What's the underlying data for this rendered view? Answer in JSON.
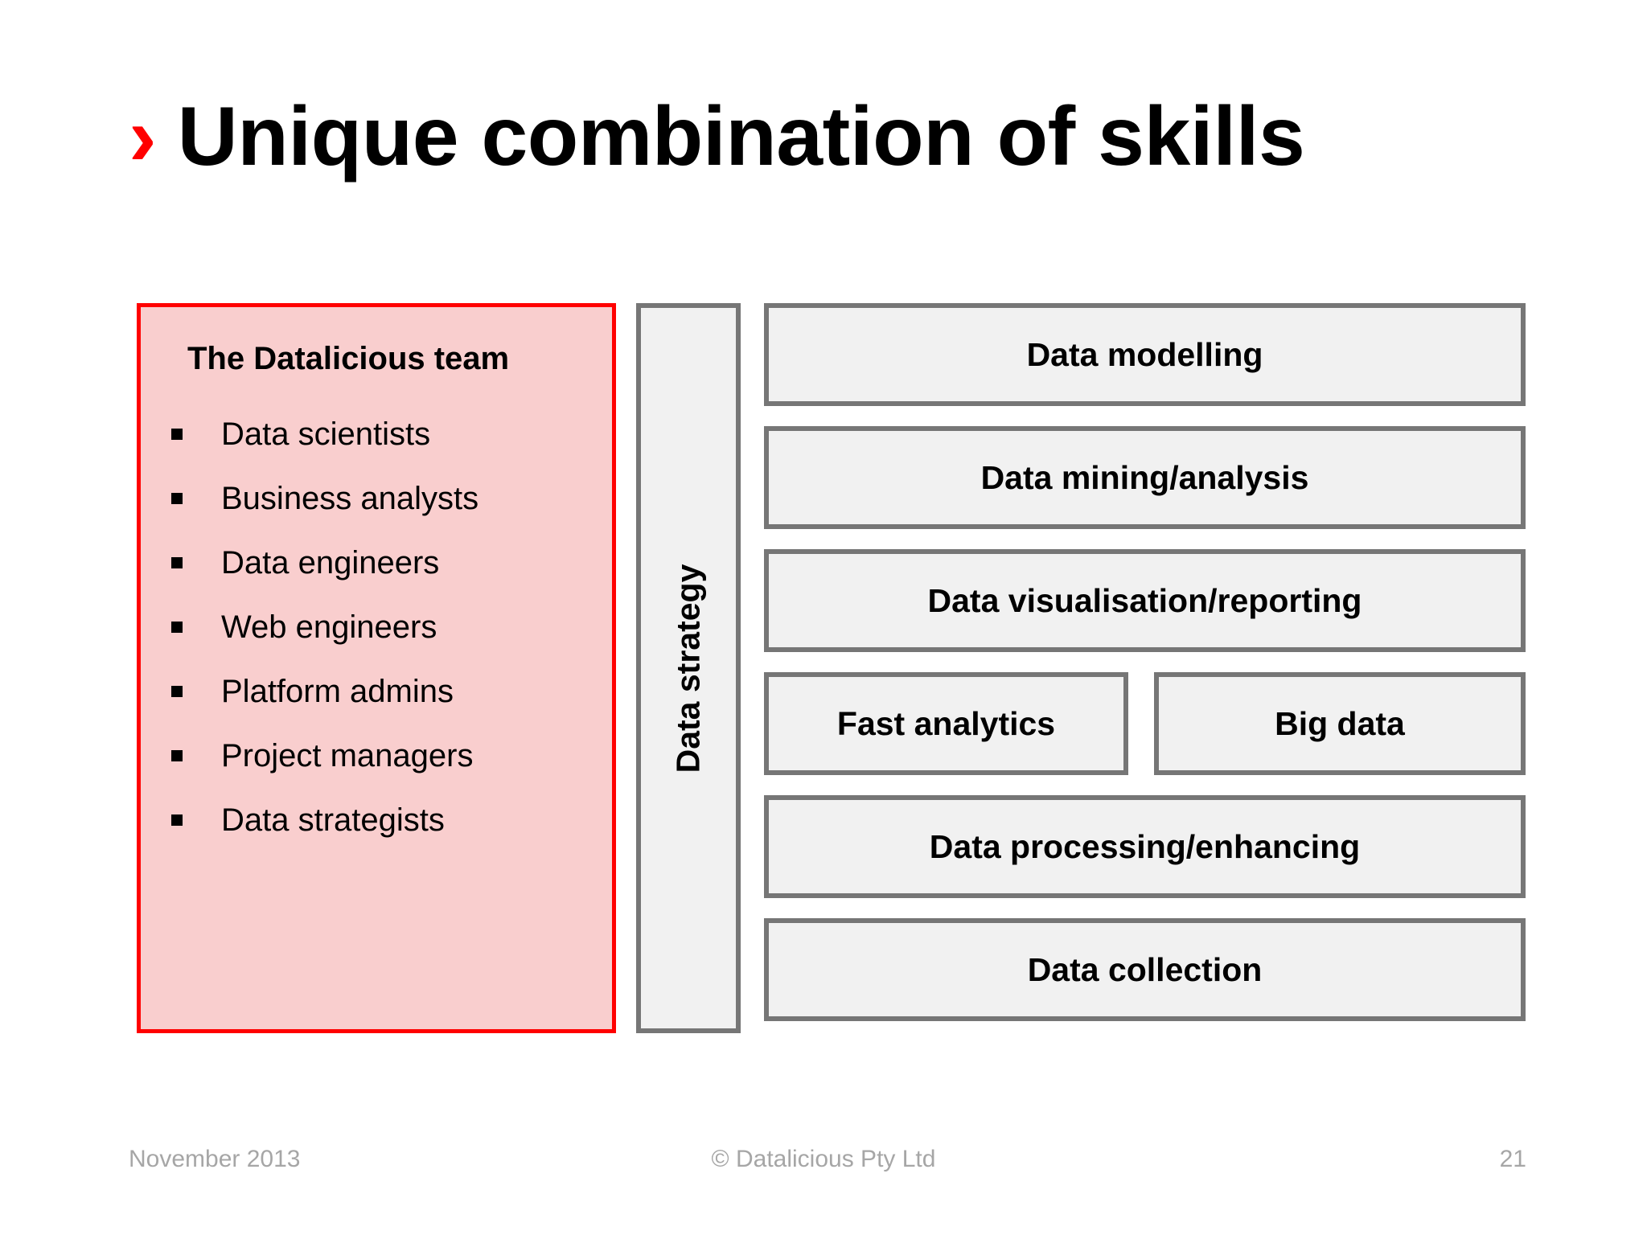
{
  "slide": {
    "title_marker": "›",
    "title": "Unique combination of skills",
    "marker_color": "#FF0000"
  },
  "team_panel": {
    "heading": "The Datalicious team",
    "fill_color": "#F9CECE",
    "border_color": "#FF0000",
    "items": [
      {
        "label": "Data scientists"
      },
      {
        "label": "Business analysts"
      },
      {
        "label": "Data engineers"
      },
      {
        "label": "Web engineers"
      },
      {
        "label": "Platform admins"
      },
      {
        "label": "Project managers"
      },
      {
        "label": "Data strategists"
      }
    ]
  },
  "strategy_column": {
    "label": "Data strategy",
    "fill_color": "#F1F1F1",
    "border_color": "#767676"
  },
  "process_stack": {
    "fill_color": "#F1F1F1",
    "border_color": "#767676",
    "rows": [
      {
        "boxes": [
          {
            "label": "Data modelling"
          }
        ]
      },
      {
        "boxes": [
          {
            "label": "Data mining/analysis"
          }
        ]
      },
      {
        "boxes": [
          {
            "label": "Data visualisation/reporting"
          }
        ]
      },
      {
        "boxes": [
          {
            "label": "Fast analytics"
          },
          {
            "label": "Big data"
          }
        ]
      },
      {
        "boxes": [
          {
            "label": "Data processing/enhancing"
          }
        ]
      },
      {
        "boxes": [
          {
            "label": "Data collection"
          }
        ]
      }
    ]
  },
  "footer": {
    "date": "November 2013",
    "copyright": "© Datalicious Pty Ltd",
    "page_number": "21",
    "text_color": "#A6A6A6"
  }
}
